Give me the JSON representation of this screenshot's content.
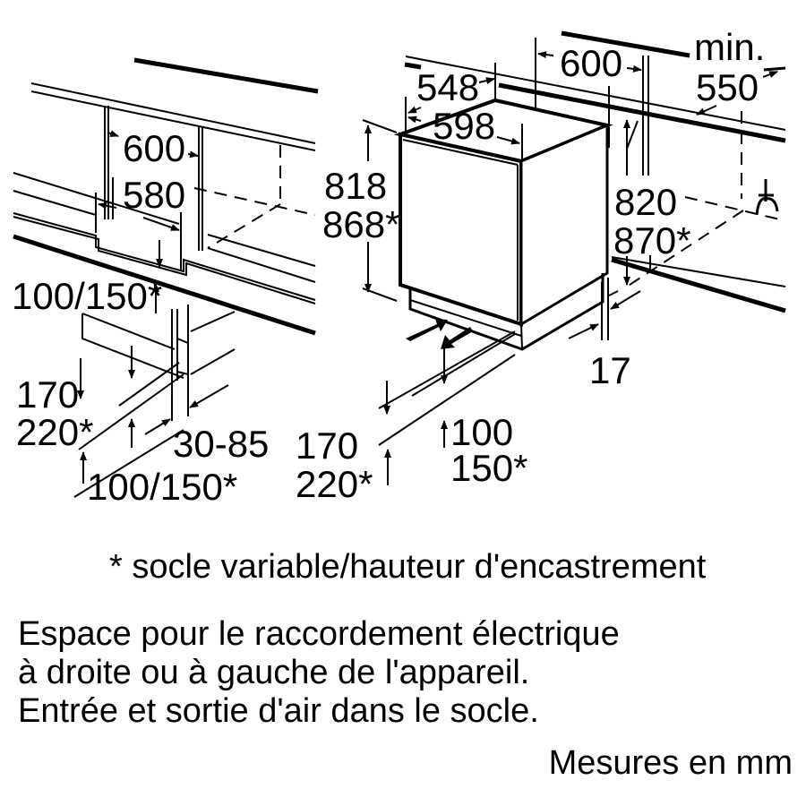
{
  "left_view": {
    "width_600": "600",
    "width_580": "580",
    "plinth_top": "100/150*",
    "plinth_170": "170",
    "plinth_220": "220*",
    "depth_30_85": "30-85",
    "plinth_bottom": "100/150*"
  },
  "right_view": {
    "height_818": "818",
    "height_868": "868*",
    "depth_548": "548",
    "width_598": "598",
    "niche_600": "600",
    "min_label": "min.",
    "min_550": "550",
    "niche_820": "820",
    "niche_870": "870*",
    "offset_17": "17",
    "plinth_170": "170",
    "plinth_220": "220*",
    "plinth_100": "100",
    "plinth_150": "150*"
  },
  "notes": {
    "footnote": "* socle variable/hauteur d'encastrement",
    "line1": "Espace pour le raccordement électrique",
    "line2": "à droite ou à gauche de l'appareil.",
    "line3": "Entrée et sortie d'air dans le socle.",
    "units": "Mesures en mm"
  }
}
